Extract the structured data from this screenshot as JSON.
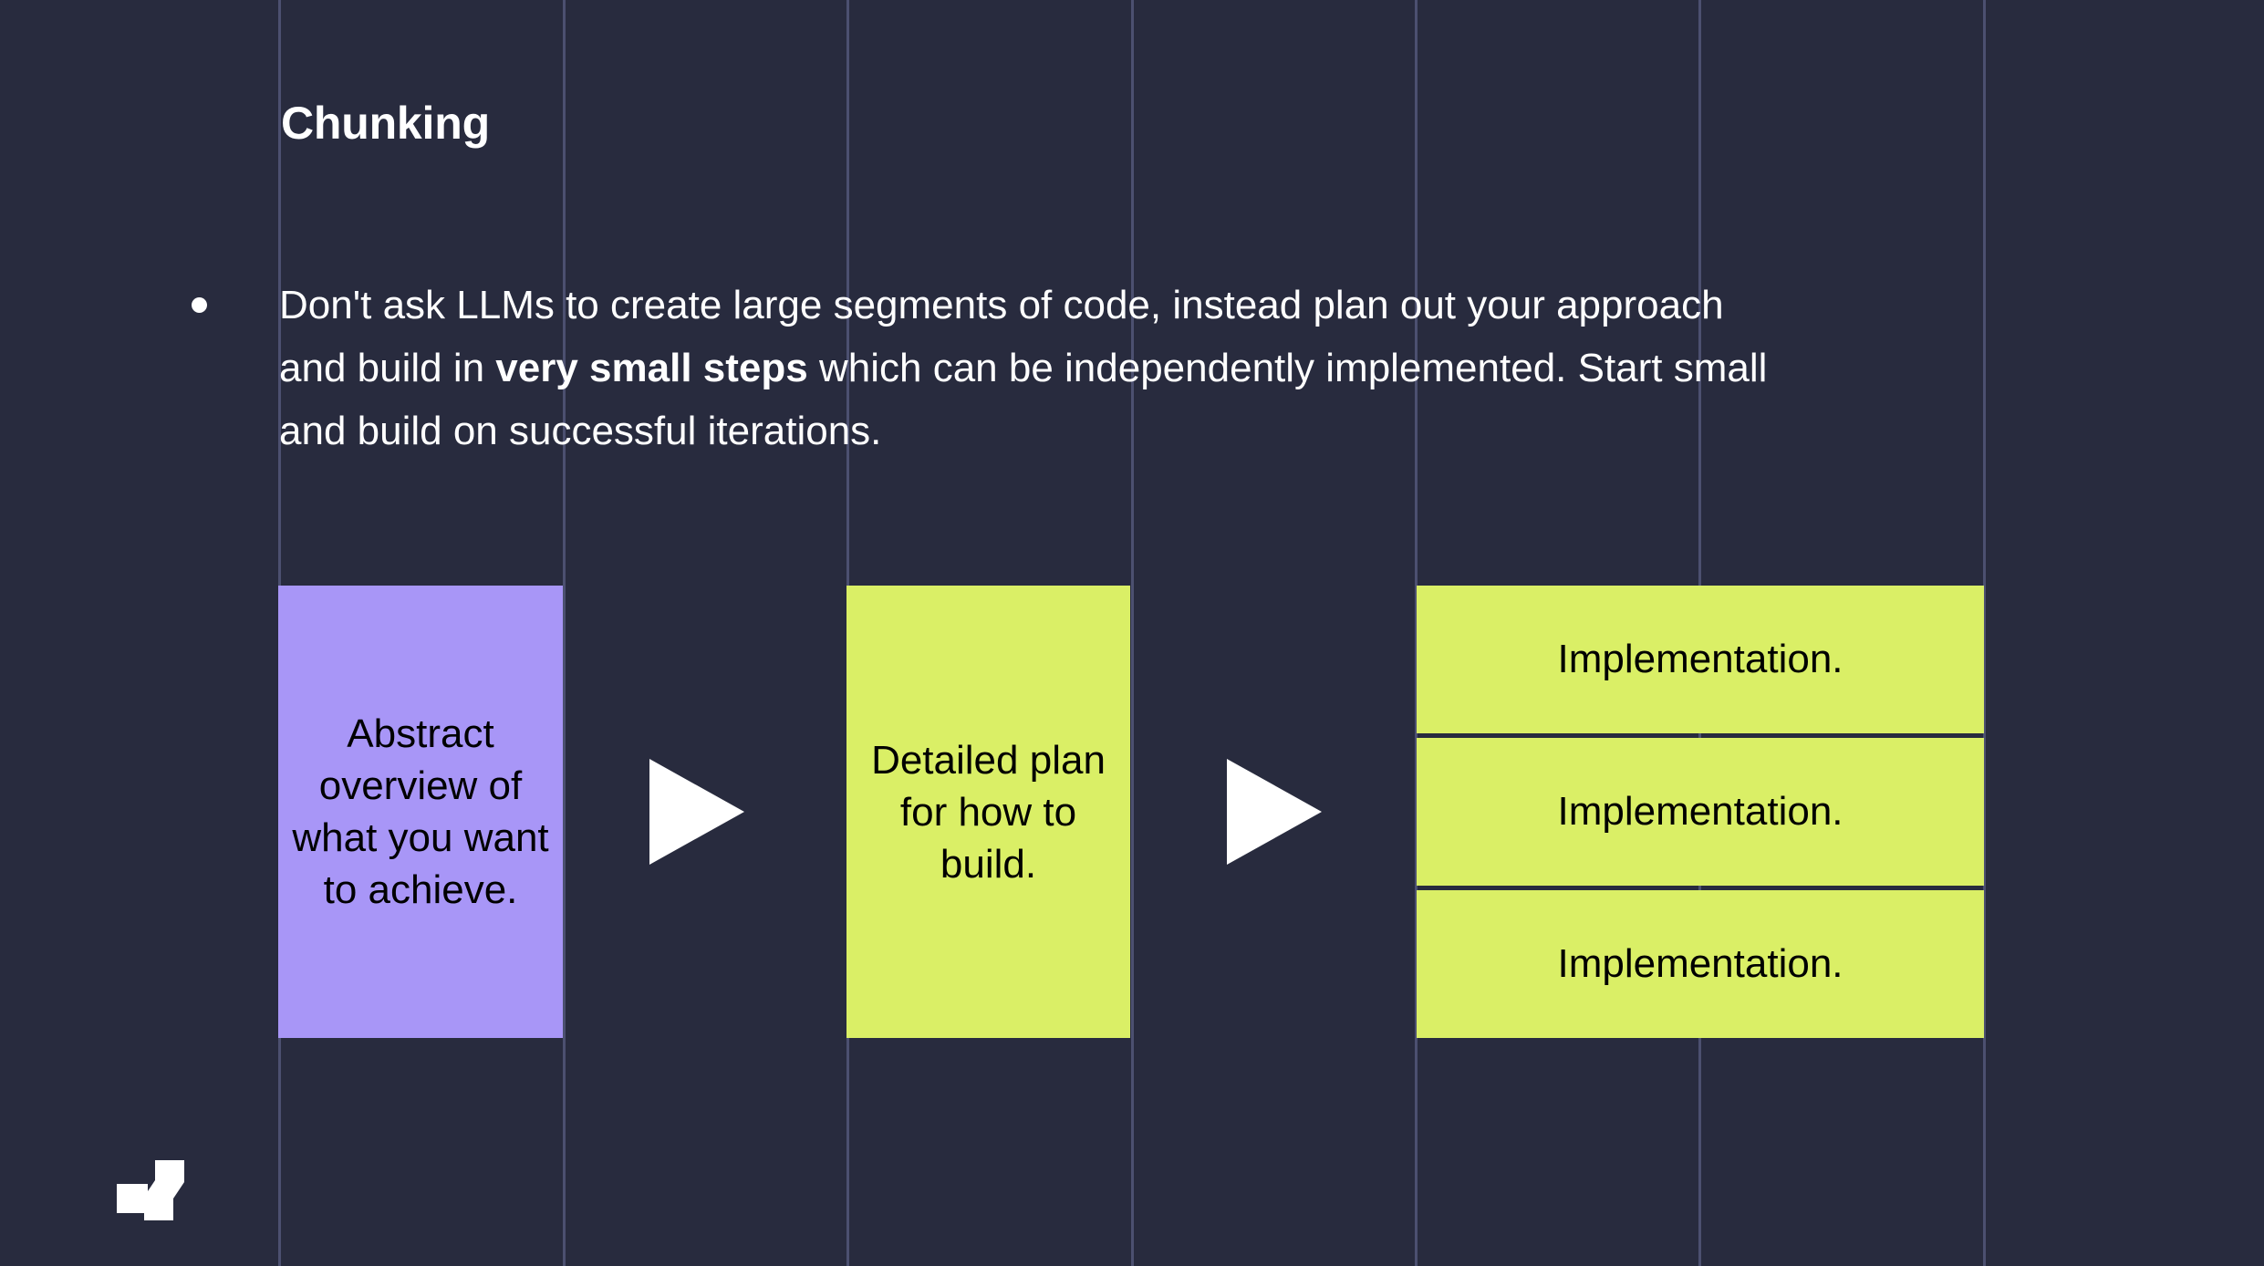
{
  "slide": {
    "title": "Chunking",
    "background_color": "#282b3e",
    "gridline_color": "#4c5070",
    "text_color": "#ffffff"
  },
  "bullet": {
    "marker": "bullet-dot",
    "text_part_1": "Don't ask LLMs to create large segments of code, instead plan out your approach and build in ",
    "text_emphasis": "very small steps",
    "text_part_2": " which can be independently implemented. Start small and build on successful iterations."
  },
  "diagram": {
    "stages": [
      {
        "id": "abstract",
        "label": "Abstract overview of what you want to achieve.",
        "color": "#a896f7"
      },
      {
        "id": "plan",
        "label": "Detailed plan for how to build.",
        "color": "#daef66"
      }
    ],
    "arrows": [
      {
        "id": "arrow-1",
        "icon": "triangle-right-icon"
      },
      {
        "id": "arrow-2",
        "icon": "triangle-right-icon"
      }
    ],
    "implementations": {
      "color": "#daef66",
      "items": [
        {
          "label": "Implementation."
        },
        {
          "label": "Implementation."
        },
        {
          "label": "Implementation."
        }
      ]
    }
  },
  "logo": {
    "name": "brand-logo",
    "color": "#ffffff"
  },
  "grid": {
    "line_x_positions": [
      305,
      617,
      928,
      1240,
      1551,
      1862,
      2174
    ]
  }
}
